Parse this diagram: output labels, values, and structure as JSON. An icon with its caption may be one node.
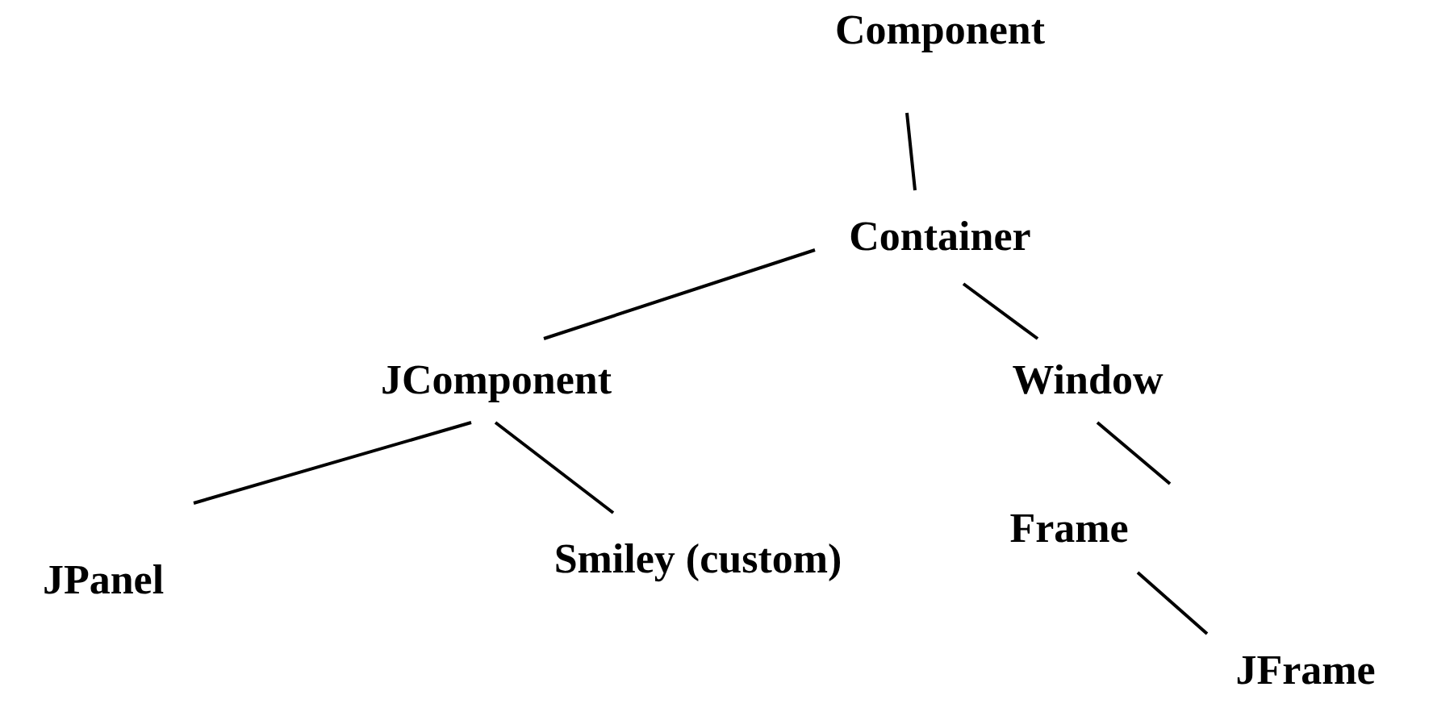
{
  "diagram": {
    "nodes": [
      {
        "text": [
          "Component"
        ]
      },
      {
        "text": [
          "Container"
        ]
      },
      {
        "text": [
          "JComponent"
        ]
      },
      {
        "text": [
          "Window"
        ]
      },
      {
        "text": [
          "JPanel"
        ]
      },
      {
        "text": [
          "Smiley (custom)"
        ]
      },
      {
        "text": [
          "Frame"
        ]
      },
      {
        "text": [
          "JFrame"
        ]
      }
    ],
    "edges": [
      {
        "from": 0,
        "to": 1,
        "arrow": "none"
      },
      {
        "from": 1,
        "to": 2,
        "arrow": "none"
      },
      {
        "from": 1,
        "to": 3,
        "arrow": "none"
      },
      {
        "from": 2,
        "to": 4,
        "arrow": "none"
      },
      {
        "from": 2,
        "to": 5,
        "arrow": "none"
      },
      {
        "from": 3,
        "to": 6,
        "arrow": "none"
      },
      {
        "from": 6,
        "to": 7,
        "arrow": "none"
      }
    ]
  }
}
